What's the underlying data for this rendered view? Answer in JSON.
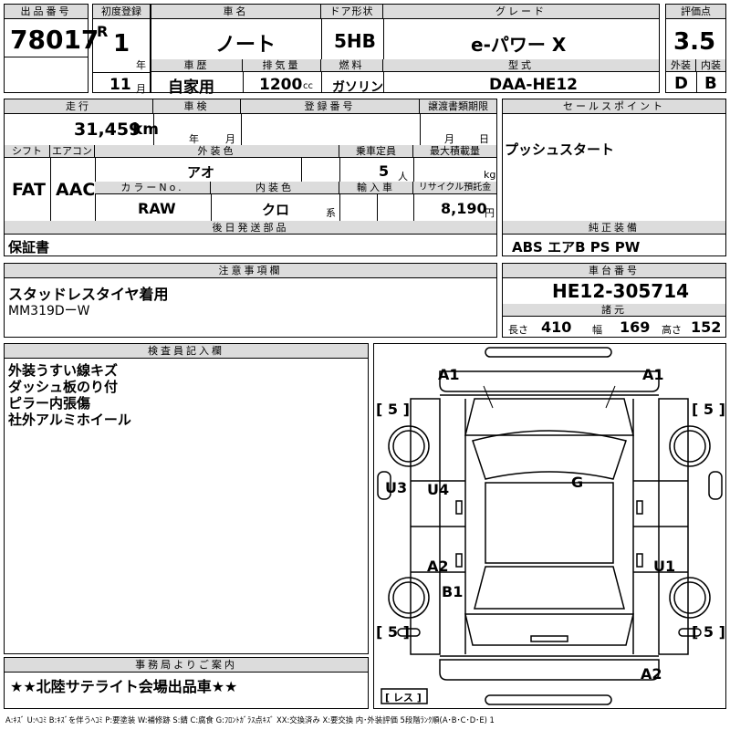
{
  "headers": {
    "lot": "出品番号",
    "first_reg": "初度登録",
    "car_name": "車名",
    "door": "ドア形状",
    "grade": "グレード",
    "score": "評価点",
    "history": "車歴",
    "displacement": "排気量",
    "fuel": "燃料",
    "model_code": "型式",
    "exterior": "外装",
    "interior": "内装",
    "mileage": "走行",
    "inspection": "車検",
    "reg_number": "登録番号",
    "transfer_deadline": "譲渡書類期限",
    "sales_point": "セールスポイント",
    "shift": "シフト",
    "aircon": "エアコン",
    "ext_color": "外装色",
    "capacity": "乗車定員",
    "max_load": "最大積載量",
    "color_no": "カラーNo.",
    "int_color": "内装色",
    "import": "輸入車",
    "recycle": "リサイクル預託金",
    "later_parts": "後日発送部品",
    "equipment": "純正装備",
    "notes": "注意事項欄",
    "chassis": "車台番号",
    "specs": "諸元",
    "inspector": "検査員記入欄",
    "office": "事務局よりご案内"
  },
  "vehicle": {
    "lot_number": "78017",
    "era": "R",
    "year": "1",
    "year_unit": "年",
    "month": "11",
    "month_unit": "月",
    "car_name": "ノート",
    "door": "5HB",
    "grade": "e-パワー X",
    "score": "3.5",
    "history": "自家用",
    "displacement": "1200",
    "displacement_unit": "cc",
    "fuel": "ガソリン",
    "model_code": "DAA-HE12",
    "exterior_grade": "D",
    "interior_grade": "B",
    "mileage": "31,459",
    "mileage_unit": "km",
    "inspection_year_unit": "年",
    "inspection_month_unit": "月",
    "transfer_month_unit": "月",
    "transfer_day_unit": "日",
    "sales_point": "プッシュスタート",
    "shift": "FAT",
    "aircon": "AAC",
    "ext_color": "アオ",
    "capacity": "5",
    "capacity_unit": "人",
    "load_unit": "kg",
    "color_no": "RAW",
    "int_color": "クロ",
    "int_color_suffix": "系",
    "recycle": "8,190",
    "recycle_unit": "円",
    "later_parts": "保証書",
    "equipment": "ABS エアB PS PW",
    "notes_1": "スタッドレスタイヤ着用",
    "notes_2": "MM319DーW",
    "chassis": "HE12-305714",
    "length_label": "長さ",
    "length": "410",
    "width_label": "幅",
    "width": "169",
    "height_label": "高さ",
    "height": "152"
  },
  "inspector_notes": [
    "外装うすい線キズ",
    "ダッシュ板のり付",
    "ピラー内張傷",
    "社外アルミホイール"
  ],
  "office_note": "★★北陸サテライト会場出品車★★",
  "diagram": {
    "marks": {
      "front_left": "A1",
      "front_right": "A1",
      "left_side": "U3",
      "roof": "G",
      "left_front_door": "U4",
      "left_rear_door": "A2",
      "right_door": "U1",
      "left_rear": "B1",
      "rear": "A2"
    },
    "tires": {
      "front_left": "5",
      "front_right": "5",
      "rear_left": "5",
      "rear_right": "5"
    },
    "rear_tire_note": "レス"
  },
  "legend": "A:ｷｽﾞ U:ﾍｺﾐ B:ｷｽﾞを伴うﾍｺﾐ P:要塗装 W:補修跡 S:錆 C:腐食 G:ﾌﾛﾝﾄｶﾞﾗｽ点ｷｽﾞ XX:交換済み X:要交換 内･外装評価 5段階ﾗﾝｸ順(A･B･C･D･E) 1"
}
